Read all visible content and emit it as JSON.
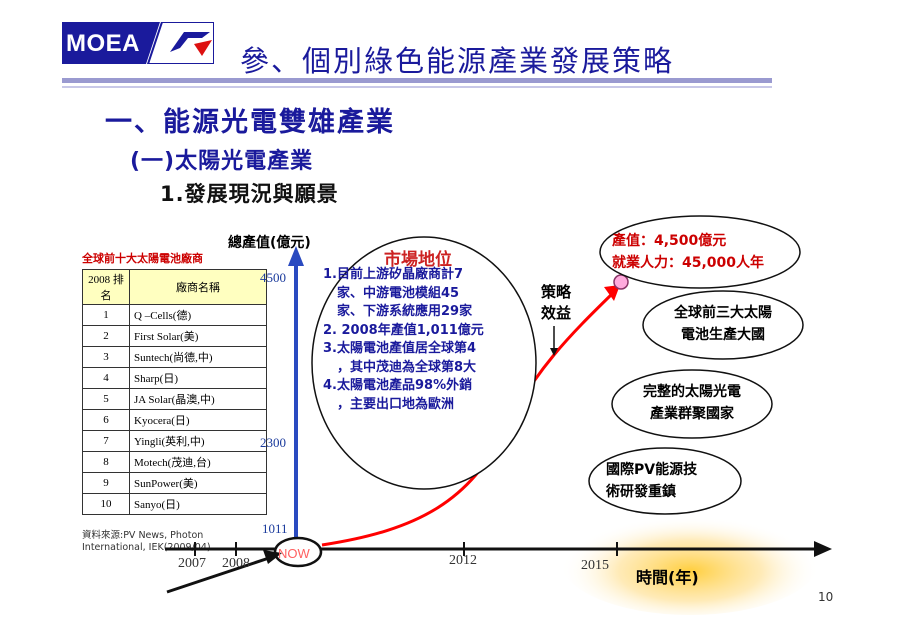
{
  "logo": {
    "text": "MOEA"
  },
  "title": "參、個別綠色能源產業發展策略",
  "heading1": "一、能源光電雙雄產業",
  "heading2": "(一)太陽光電產業",
  "heading3": "1.發展現況與願景",
  "ranking": {
    "title": "全球前十大太陽電池廠商",
    "header_rank": "2008 排名",
    "header_name": "廠商名稱",
    "rows": [
      {
        "rank": "1",
        "name": "Q –Cells(德)"
      },
      {
        "rank": "2",
        "name": "First Solar(美)"
      },
      {
        "rank": "3",
        "name": "Suntech(尚德,中)"
      },
      {
        "rank": "4",
        "name": "Sharp(日)"
      },
      {
        "rank": "5",
        "name": "JA Solar(晶澳,中)"
      },
      {
        "rank": "6",
        "name": "Kyocera(日)"
      },
      {
        "rank": "7",
        "name": "Yingli(英利,中)"
      },
      {
        "rank": "8",
        "name": "Motech(茂迪,台)"
      },
      {
        "rank": "9",
        "name": "SunPower(美)"
      },
      {
        "rank": "10",
        "name": "Sanyo(日)"
      }
    ],
    "source": "資料來源:PV News, Photon International, IEK(2009/04)"
  },
  "chart_data": {
    "type": "line",
    "ylabel": "總產值(億元)",
    "xlabel": "時間(年)",
    "y_ticks": [
      "4500",
      "2300",
      "1011"
    ],
    "x_ticks": [
      "2007",
      "2008",
      "2012",
      "2015"
    ],
    "now_label": "NOW"
  },
  "market": {
    "title": "市場地位",
    "lines": [
      "1.目前上游矽晶廠商計7",
      "  家、中游電池模組45",
      "  家、下游系統應用29家",
      "2. 2008年產值1,011億元",
      "3.太陽電池產值居全球第4",
      "  ，其中茂迪為全球第8大",
      "4.太陽電池產品98%外銷",
      "  ，主要出口地為歐洲"
    ]
  },
  "strategy": {
    "line1": "策略",
    "line2": "效益"
  },
  "targets": {
    "value": "產值：4,500億元",
    "employment": "就業人力：45,000人年"
  },
  "goals": {
    "top3_line1": "全球前三大太陽",
    "top3_line2": "電池生產大國",
    "cluster_line1": "完整的太陽光電",
    "cluster_line2": "產業群聚國家",
    "hub_line1": "國際PV能源技",
    "hub_line2": "術研發重鎮"
  },
  "colors": {
    "title": "#1a1a9c",
    "red": "#ff0000",
    "axis_blue": "#2a4ac0",
    "logo": "#1a1a9c"
  },
  "page_number": "10"
}
